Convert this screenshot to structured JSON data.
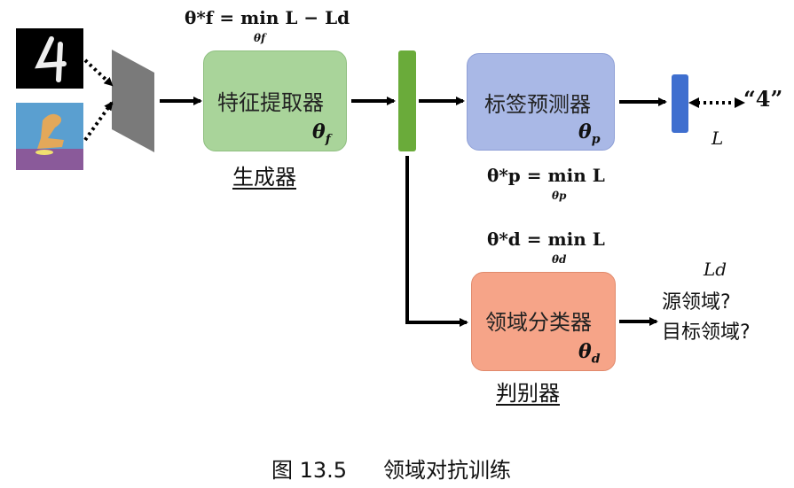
{
  "diagram": {
    "nodes": {
      "feature_extractor": {
        "label": "特征提取器",
        "param": "θ",
        "param_sub": "f",
        "color": "#a9d49a"
      },
      "label_predictor": {
        "label": "标签预测器",
        "param": "θ",
        "param_sub": "p",
        "color": "#a9b8e6"
      },
      "domain_classifier": {
        "label": "领域分类器",
        "param": "θ",
        "param_sub": "d",
        "color": "#f6a488"
      }
    },
    "group_labels": {
      "generator": "生成器",
      "discriminator": "判别器"
    },
    "equations": {
      "theta_f": "θ*f = min L − Ld",
      "theta_f_under": "θf",
      "theta_p": "θ*p = min L",
      "theta_p_under": "θp",
      "theta_d": "θ*d = min L",
      "theta_d_under": "θd"
    },
    "outputs": {
      "predicted_label": "“4”",
      "loss_label": "L",
      "domain_loss": "Ld",
      "question_source": "源领域?",
      "question_target": "目标领域?"
    },
    "colors": {
      "feature_vector": "#6aab3a",
      "label_vector": "#3f6fcf",
      "projector": "#7a7a7a"
    }
  },
  "caption": {
    "figure_number": "图 13.5",
    "title": "领域对抗训练"
  }
}
